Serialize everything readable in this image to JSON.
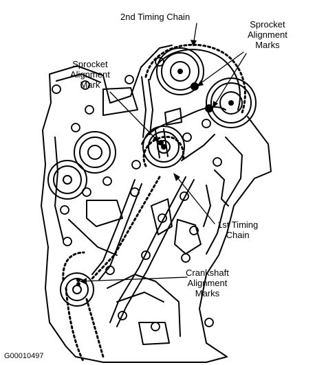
{
  "labels": {
    "second_timing_chain": "2nd Timing Chain",
    "sprocket_marks": "Sprocket\nAlignment\nMarks",
    "sprocket_mark": "Sprocket\nAlignment\nMark",
    "first_timing_chain": "1st Timing\nChain",
    "crankshaft_marks": "Crankshaft\nAlignment\nMarks"
  },
  "figure_code": "G00010497"
}
